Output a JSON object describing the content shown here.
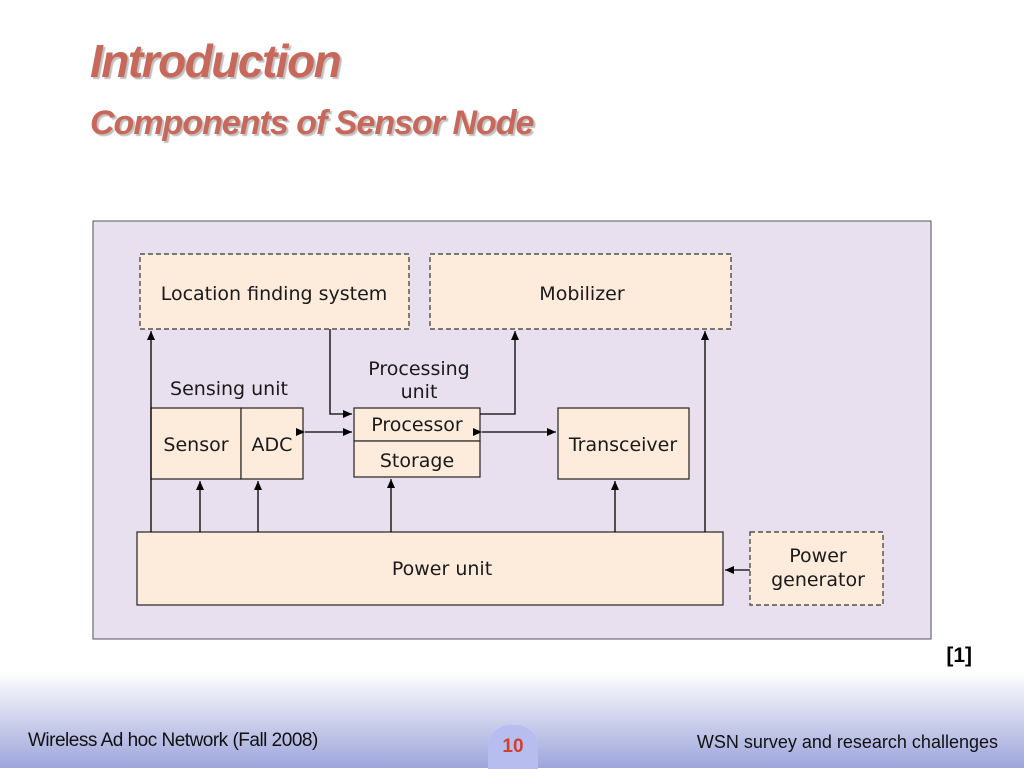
{
  "slide": {
    "title": "Introduction",
    "subtitle": "Components of Sensor Node",
    "reference": "[1]"
  },
  "diagram": {
    "location_finding_system": "Location finding system",
    "mobilizer": "Mobilizer",
    "sensing_unit_label": "Sensing unit",
    "processing_unit_label_line1": "Processing",
    "processing_unit_label_line2": "unit",
    "sensor": "Sensor",
    "adc": "ADC",
    "processor": "Processor",
    "storage": "Storage",
    "transceiver": "Transceiver",
    "power_unit": "Power unit",
    "power_generator_line1": "Power",
    "power_generator_line2": "generator"
  },
  "footer": {
    "left": "Wireless Ad hoc Network (Fall 2008)",
    "page_number": "10",
    "right": "WSN survey and research challenges"
  },
  "colors": {
    "title": "#c8685a",
    "diagram_background": "#e8e0ef",
    "box_fill": "#fdebdc",
    "page_number": "#d0402a"
  }
}
